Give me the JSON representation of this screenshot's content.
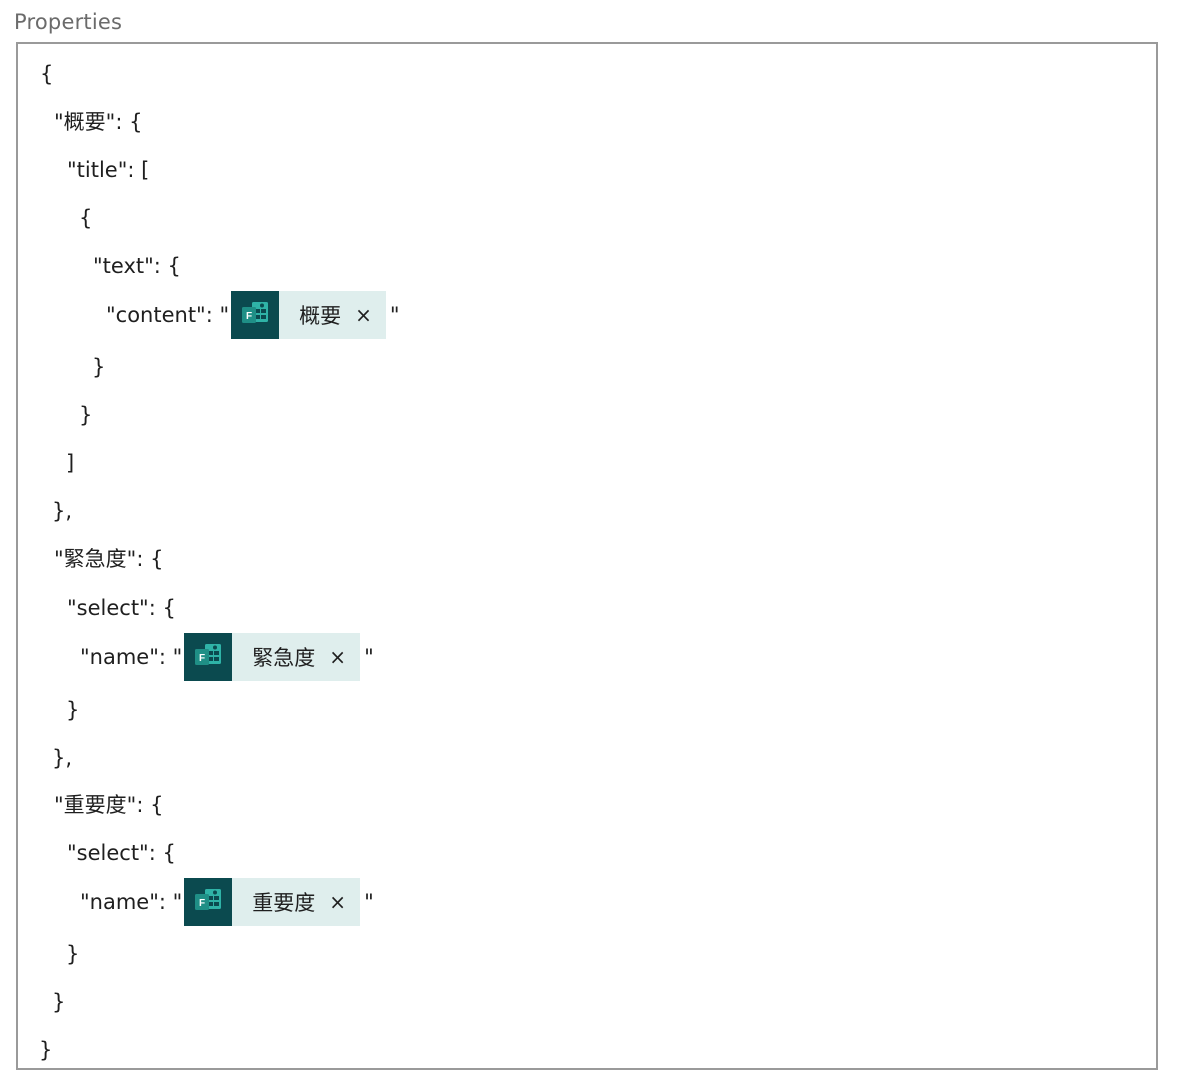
{
  "field": {
    "label": "Properties"
  },
  "editor": {
    "lines": [
      {
        "text": "{"
      },
      {
        "text": "\"概要\": {"
      },
      {
        "text": "\"title\": ["
      },
      {
        "text": "{"
      },
      {
        "text": "\"text\": {"
      },
      {
        "prefix": "\"content\": \"",
        "token": {
          "label": "概要",
          "icon": "forms-dynamic-content-icon",
          "remove": "×"
        },
        "suffix": "\""
      },
      {
        "text": "}"
      },
      {
        "text": "}"
      },
      {
        "text": "]"
      },
      {
        "text": "},"
      },
      {
        "text": "\"緊急度\": {"
      },
      {
        "text": "\"select\": {"
      },
      {
        "prefix": "\"name\": \"",
        "token": {
          "label": "緊急度",
          "icon": "forms-dynamic-content-icon",
          "remove": "×"
        },
        "suffix": "\""
      },
      {
        "text": "}"
      },
      {
        "text": "},"
      },
      {
        "text": "\"重要度\": {"
      },
      {
        "text": "\"select\": {"
      },
      {
        "prefix": "\"name\": \"",
        "token": {
          "label": "重要度",
          "icon": "forms-dynamic-content-icon",
          "remove": "×"
        },
        "suffix": "\""
      },
      {
        "text": "}"
      },
      {
        "text": "}"
      },
      {
        "text": "}"
      }
    ]
  },
  "colors": {
    "token_icon_bg": "#0b4a4f",
    "token_bg": "#dfeeed",
    "border": "#9a9a9a"
  }
}
